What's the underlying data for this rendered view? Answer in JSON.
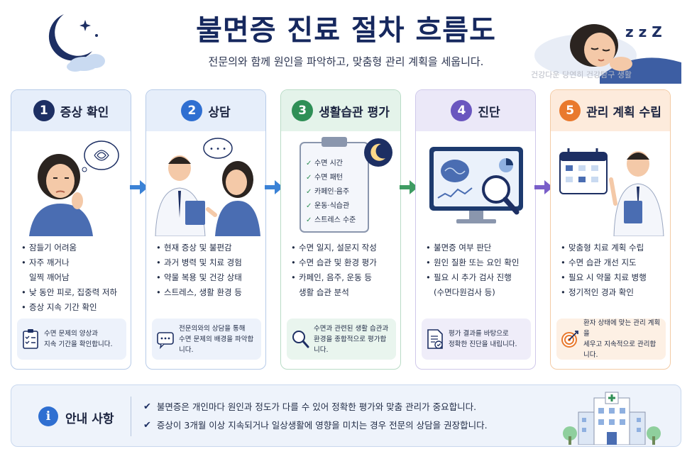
{
  "header": {
    "title": "불면증 진료 절차 흐름도",
    "subtitle": "전문의와 함께 원인을 파악하고, 맞춤형 관리 계획을 세웁니다.",
    "watermark": "건강다운 당연히 건강탐구 생활",
    "sleep_glyph": "z z Z"
  },
  "steps": [
    {
      "number": "1",
      "title": "증상 확인",
      "bullets": [
        "잠들기 어려움",
        "자주 깨거나\n일찍 깨어남",
        "낮 동안 피로, 집중력 저하",
        "증상 지속 기간 확인"
      ],
      "note": "수면 문제의 양상과\n지속 기간을 확인합니다."
    },
    {
      "number": "2",
      "title": "상담",
      "bubble": "• • •",
      "bullets": [
        "현재 증상 및 불편감",
        "과거 병력 및 치료 경험",
        "약물 복용 및 건강 상태",
        "스트레스, 생활 환경 등"
      ],
      "note": "전문의와의 상담을 통해\n수면 문제의 배경을 파악합니다."
    },
    {
      "number": "3",
      "title": "생활습관 평가",
      "checklist": [
        "수면 시간",
        "수면 패턴",
        "카페인·음주",
        "운동·식습관",
        "스트레스 수준"
      ],
      "bullets": [
        "수면 일지, 설문지 작성",
        "수면 습관 및 환경 평가",
        "카페인, 음주, 운동 등\n생활 습관 분석"
      ],
      "note": "수면과 관련된 생활 습관과\n환경을 종합적으로 평가합니다."
    },
    {
      "number": "4",
      "title": "진단",
      "bullets": [
        "불면증 여부 판단",
        "원인 질환 또는 요인 확인",
        "필요 시 추가 검사 진행\n(수면다원검사 등)"
      ],
      "note": "평가 결과를 바탕으로\n정확한 진단을 내립니다."
    },
    {
      "number": "5",
      "title": "관리 계획 수립",
      "bullets": [
        "맞춤형 치료 계획 수립",
        "수면 습관 개선 지도",
        "필요 시 약물 치료 병행",
        "정기적인 경과 확인"
      ],
      "note": "환자 상태에 맞는 관리 계획을\n세우고 지속적으로 관리합니다."
    }
  ],
  "info": {
    "badge": "i",
    "title": "안내 사항",
    "items": [
      "불면증은 개인마다 원인과 정도가 다를 수 있어 정확한 평가와 맞춤 관리가 중요합니다.",
      "증상이 3개월 이상 지속되거나 일상생활에 영향을 미치는 경우 전문의 상담을 권장합니다."
    ],
    "check_glyph": "✔"
  },
  "colors": {
    "navy": "#1d2f63",
    "blue": "#2f6fd1",
    "green": "#2f8f56",
    "purple": "#6a56bf",
    "orange": "#e9792d",
    "arrow_blue": "#3b82d6",
    "arrow_green": "#3f9c63",
    "arrow_purple": "#7a5fc9"
  }
}
